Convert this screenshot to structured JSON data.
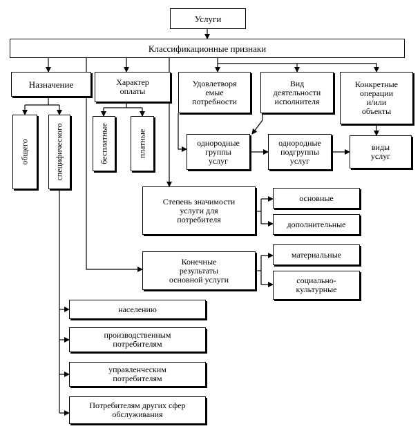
{
  "root": "Услуги",
  "classification": "Классификационные признаки",
  "purpose": {
    "label": "Назначение",
    "general": "общего",
    "specific": "специфического"
  },
  "payment": {
    "label": "Характер\nоплаты",
    "free": "бесплатные",
    "paid": "платные"
  },
  "needs": "Удовлетворя\nемые\nпотребности",
  "performer": "Вид\nдеятельности\nисполнителя",
  "operations": "Конкретные\nоперации\nи/или\nобъекты",
  "groups": "однородные\nгруппы\nуслуг",
  "subgroups": "однородные\nподгруппы\nуслуг",
  "types": "виды\nуслуг",
  "significance": {
    "label": "Степень значимости\nуслуги для\nпотребителя",
    "main": "основные",
    "additional": "дополнительные"
  },
  "results": {
    "label": "Конечные\nрезультаты\nосновной услуги",
    "material": "материальные",
    "social": "социально-\nкультурные"
  },
  "consumers": {
    "population": "населению",
    "industrial": "производственным\nпотребителям",
    "managerial": "управленческим\nпотребителям",
    "other": "Потребителям других сфер\nобслуживания"
  }
}
